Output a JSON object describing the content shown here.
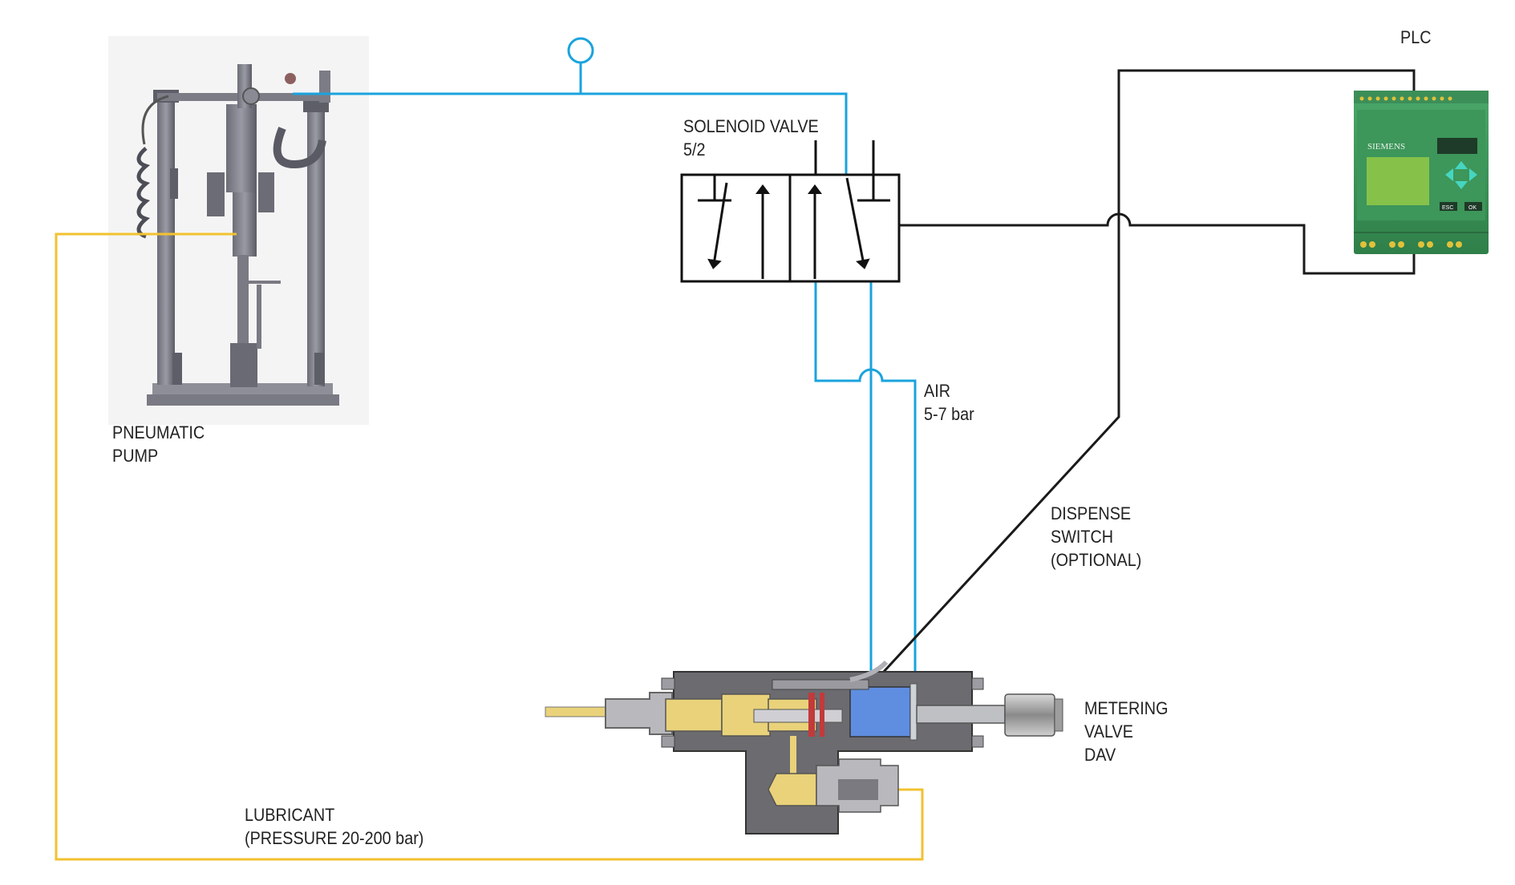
{
  "labels": {
    "pump": [
      "PNEUMATIC",
      "PUMP"
    ],
    "solenoid": [
      "SOLENOID VALVE",
      "5/2"
    ],
    "air": [
      "AIR",
      "5-7 bar"
    ],
    "dispense": [
      "DISPENSE",
      "SWITCH",
      "(OPTIONAL)"
    ],
    "metering": [
      "METERING",
      "VALVE",
      "DAV"
    ],
    "lubricant": [
      "LUBRICANT",
      "(PRESSURE 20-200 bar)"
    ],
    "plc": "PLC"
  },
  "plc_device": {
    "brand": "SIEMENS",
    "esc_label": "ESC",
    "ok_label": "OK"
  },
  "colors": {
    "air_line": "#1aa3dd",
    "lubricant_line": "#f2c230",
    "signal_line": "#1a1a1a",
    "plc_body": "#3f9b5c",
    "plc_screen": "#86c24a",
    "metal": "#6b6b70",
    "brass": "#e9d27a",
    "piston_blue": "#5f8de0"
  }
}
